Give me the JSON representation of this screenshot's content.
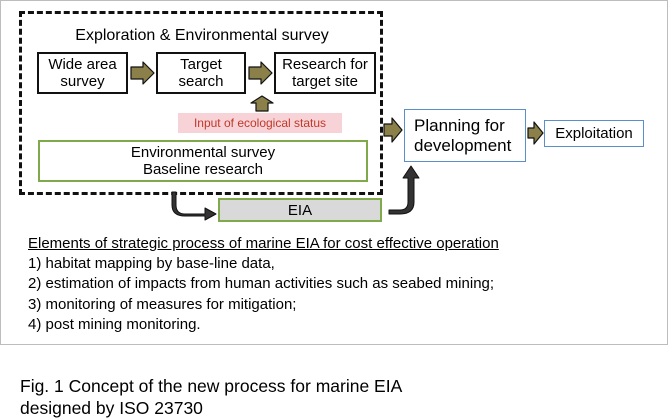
{
  "diagram": {
    "title": "Exploration & Environmental survey",
    "steps": [
      "Wide area\nsurvey",
      "Target\nsearch",
      "Research for\ntarget site"
    ],
    "input_label": "Input of ecological status",
    "env_survey": "Environmental survey\nBaseline research",
    "eia": "EIA",
    "planning": "Planning for\ndevelopment",
    "exploitation": "Exploitation"
  },
  "elements": {
    "heading": "Elements of strategic process of marine EIA for cost effective operation",
    "items": [
      "1) habitat mapping by base-line data,",
      "2) estimation of impacts from human activities such as seabed mining;",
      "3) monitoring of measures for mitigation;",
      "4) post mining monitoring."
    ]
  },
  "caption": "Fig. 1 Concept of the new process for marine EIA designed by ISO 23730",
  "colors": {
    "arrow_fill": "#8b7f4a",
    "green_border": "#7fa94a",
    "blue_border": "#5b8fc9",
    "pink_bg": "#f7d3d7",
    "pink_text": "#c0392b",
    "eia_bg": "#d9d9d9"
  }
}
